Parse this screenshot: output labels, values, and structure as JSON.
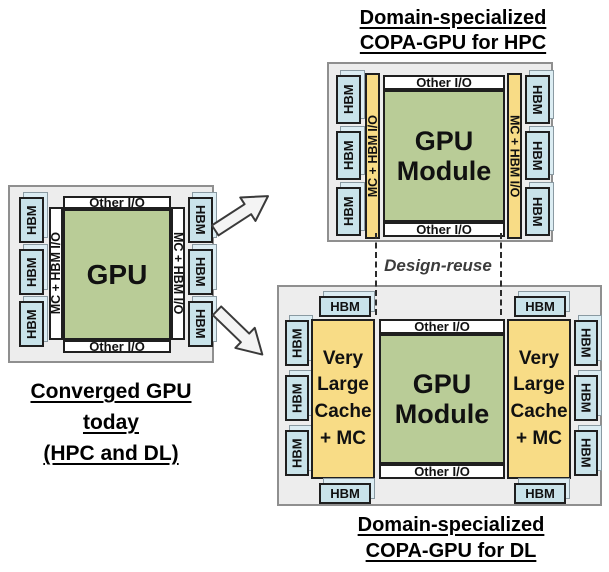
{
  "figure": {
    "captions": {
      "hpc": {
        "line1": "Domain-specialized",
        "line2": "COPA-GPU for HPC"
      },
      "converged": {
        "line1": "Converged GPU today",
        "line2": "(HPC and DL)"
      },
      "dl": {
        "line1": "Domain-specialized",
        "line2": "COPA-GPU for DL"
      }
    },
    "labels": {
      "hbm": "HBM",
      "mc_hbm_io": "MC + HBM I/O",
      "other_io": "Other I/O",
      "gpu": "GPU",
      "gpu_module": "GPU Module",
      "very_large_cache_mc": "Very Large Cache + MC",
      "design_reuse": "Design-reuse"
    },
    "colors": {
      "gpu_green": "#b9cc97",
      "cache_yellow": "#f8dc86",
      "hbm_blue": "#c9e3ea",
      "hbm_blue_back": "#dcedf3",
      "package_gray": "#ededed",
      "package_border": "#8f8f8f",
      "line_black": "#1f1f1f"
    }
  }
}
